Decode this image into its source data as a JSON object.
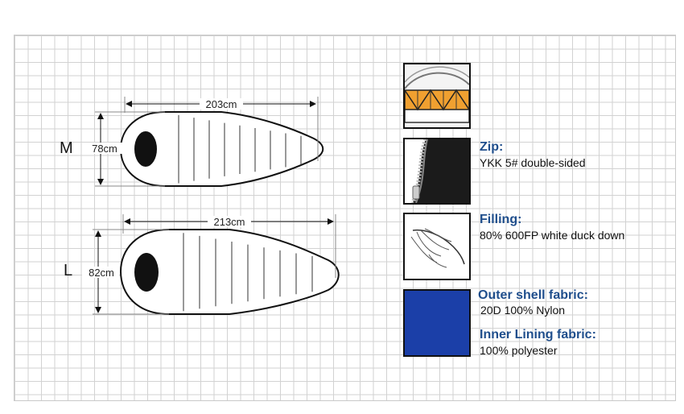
{
  "sizes": [
    {
      "label": "M",
      "length": "203cm",
      "width": "78cm"
    },
    {
      "label": "L",
      "length": "213cm",
      "width": "82cm"
    }
  ],
  "features": [
    {
      "title": "Zip:",
      "value": "YKK 5# double-sided"
    },
    {
      "title": "Filling:",
      "value": "80% 600FP white duck down"
    },
    {
      "title": "Outer shell fabric:",
      "value": "20D 100% Nylon"
    },
    {
      "title": "Inner Lining fabric:",
      "value": "100% polyester"
    }
  ],
  "colors": {
    "heading": "#1f4e8c",
    "shell_fabric": "#1b3fa8",
    "baffle": "#f0a030"
  },
  "icons": [
    "baffle-construction-icon",
    "zipper-icon",
    "down-feather-icon",
    "fabric-swatch-icon"
  ]
}
